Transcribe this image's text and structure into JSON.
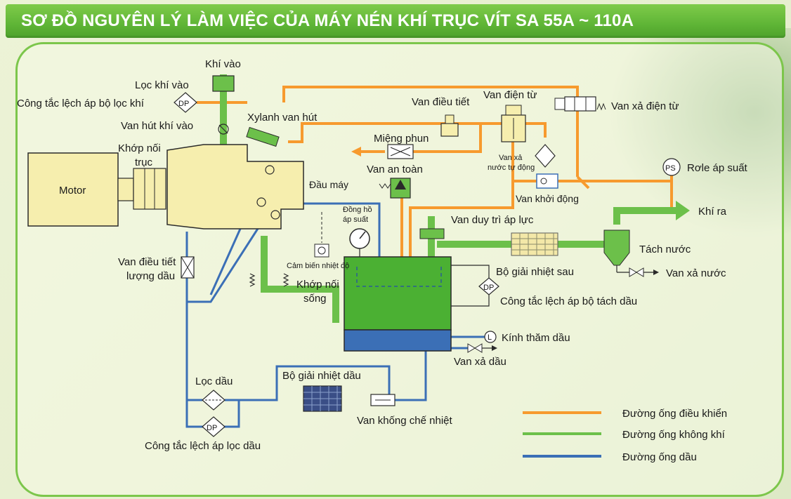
{
  "title": "SƠ ĐỒ NGUYÊN LÝ LÀM VIỆC CỦA  MÁY NÉN KHÍ TRỤC VÍT SA 55A ~ 110A",
  "labels": {
    "khi_vao": "Khí vào",
    "loc_khi_vao": "Lọc khí vào",
    "cong_tac_loc_khi": "Công tắc lệch áp bộ lọc khí",
    "van_hut_khi_vao": "Van hút khí vào",
    "xylanh_van_hut": "Xylanh van hút",
    "khop_noi_truc_1": "Khớp nối",
    "khop_noi_truc_2": "trục",
    "motor": "Motor",
    "dau_may": "Đầu máy",
    "van_dieu_tiet": "Van điều tiết",
    "van_dien_tu": "Van điện từ",
    "van_xa_dien_tu": "Van xả điện từ",
    "mieng_phun": "Miệng phun",
    "van_an_toan": "Van an toàn",
    "van_xa_nuoc_tu_dong_1": "Van xả",
    "van_xa_nuoc_tu_dong_2": "nước tự động",
    "rơle_ap_suat": "Rơle áp suất",
    "van_khoi_dong": "Van khởi động",
    "khi_ra": "Khí ra",
    "dong_ho_ap_suat_1": "Đồng hồ",
    "dong_ho_ap_suat_2": "áp suất",
    "van_duy_tri_ap_luc": "Van duy trì áp lực",
    "tach_nuoc": "Tách nước",
    "bo_giai_nhiet_sau": "Bộ giải nhiệt sau",
    "van_xa_nuoc": "Van xả nước",
    "cong_tac_tach_dau": "Công tắc lệch áp bộ tách dầu",
    "cam_bien_nhiet_do": "Cảm biến nhiệt độ",
    "khop_noi_song_1": "Khớp nối",
    "khop_noi_song_2": "sống",
    "van_dieu_tiet_luong_dau_1": "Van điều tiết",
    "van_dieu_tiet_luong_dau_2": "lượng dầu",
    "kinh_tham_dau": "Kính thăm dầu",
    "van_xa_dau": "Van xả dầu",
    "bo_giai_nhiet_dau": "Bộ giải nhiệt dầu",
    "loc_dau": "Lọc dầu",
    "van_khong_che_nhiet": "Van khống chế nhiệt",
    "cong_tac_loc_dau": "Công tắc lệch áp lọc dầu",
    "dp": "DP",
    "ps": "PS",
    "l": "L"
  },
  "legend": [
    {
      "label": "Đường ống điều khiển",
      "color": "#f79a2e"
    },
    {
      "label": "Đường ống không khí",
      "color": "#6cc04a"
    },
    {
      "label": "Đường ống dầu",
      "color": "#3b6fb6"
    }
  ],
  "colors": {
    "title_bg": "#5fb536",
    "frame": "#7cc64b",
    "control_pipe": "#f79a2e",
    "air_pipe": "#6cc04a",
    "oil_pipe": "#3b6fb6",
    "motor_fill": "#f6eeae",
    "tank_green": "#4bb033",
    "tank_oil": "#3b6fb6"
  }
}
